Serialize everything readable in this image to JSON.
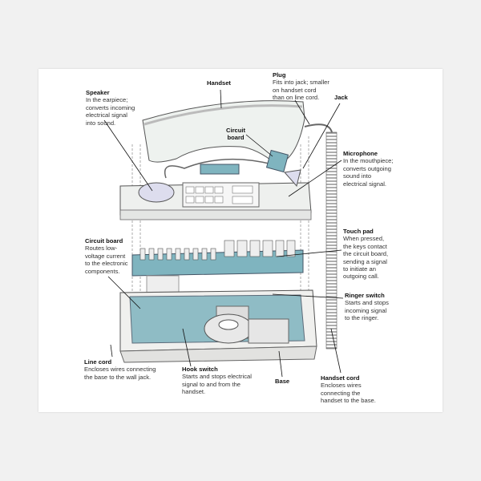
{
  "labels": {
    "handset": {
      "title": "Handset"
    },
    "speaker": {
      "title": "Speaker",
      "desc": "In the earpiece;\nconverts incoming\nelectrical signal\ninto sound."
    },
    "plug": {
      "title": "Plug",
      "desc": "Fits into jack; smaller\non handset cord\nthan on line cord."
    },
    "jack": {
      "title": "Jack"
    },
    "circuit_board_top": {
      "title": "Circuit\nboard"
    },
    "microphone": {
      "title": "Microphone",
      "desc": "In the mouthpiece;\nconverts outgoing\nsound into\nelectrical signal."
    },
    "circuit_board": {
      "title": "Circuit board",
      "desc": "Routes low-\nvoltage current\nto the electronic\ncomponents."
    },
    "touch_pad": {
      "title": "Touch pad",
      "desc": "When pressed,\nthe keys contact\nthe circuit board,\nsending a signal\nto initiate an\noutgoing call."
    },
    "ringer_switch": {
      "title": "Ringer switch",
      "desc": "Starts and stops\nincoming signal\nto the ringer."
    },
    "line_cord": {
      "title": "Line cord",
      "desc": "Encloses wires connecting\nthe base to the wall jack."
    },
    "hook_switch": {
      "title": "Hook switch",
      "desc": "Starts and stops electrical\nsignal to and from the\nhandset."
    },
    "base": {
      "title": "Base"
    },
    "handset_cord": {
      "title": "Handset cord",
      "desc": "Encloses wires\nconnecting the\nhandset to the base."
    }
  },
  "colors": {
    "board": "#7fb4bf",
    "shell": "#eef0ee",
    "line": "#333333"
  }
}
